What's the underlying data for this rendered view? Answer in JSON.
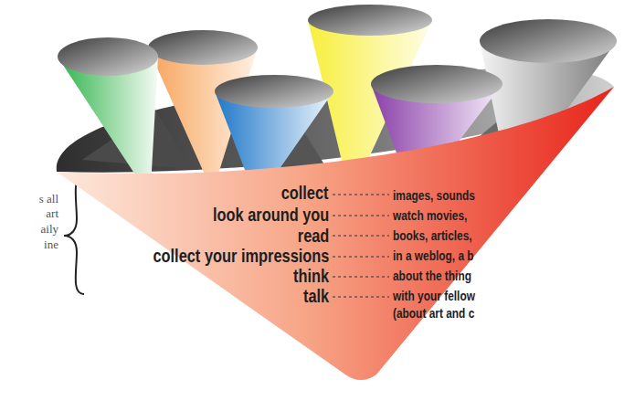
{
  "diagram": {
    "nodes": [
      {
        "text": [
          "collect",
          "look around you",
          "read",
          "collect your impressions",
          "think",
          "talk"
        ]
      }
    ],
    "labels": [
      "images, sounds",
      "watch movies,",
      "books, articles,",
      "in a weblog, a b",
      "about the thing",
      "with your fellow",
      "(about art and c",
      "s all",
      "art",
      "aily",
      "ine"
    ]
  }
}
